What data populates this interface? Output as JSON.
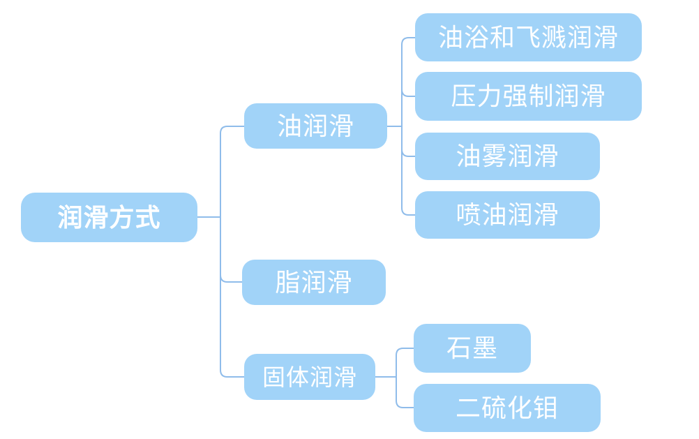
{
  "mindmap": {
    "root": {
      "label": "润滑方式"
    },
    "branches": [
      {
        "label": "油润滑",
        "children": [
          "油浴和飞溅润滑",
          "压力强制润滑",
          "油雾润滑",
          "喷油润滑"
        ]
      },
      {
        "label": "脂润滑",
        "children": []
      },
      {
        "label": "固体润滑",
        "children": [
          "石墨",
          "二硫化钼"
        ]
      }
    ],
    "colors": {
      "node_fill": "#A1D3F8",
      "node_text": "#FFFFFF",
      "connector": "#8FBCEA",
      "background": "#FFFFFF"
    }
  }
}
